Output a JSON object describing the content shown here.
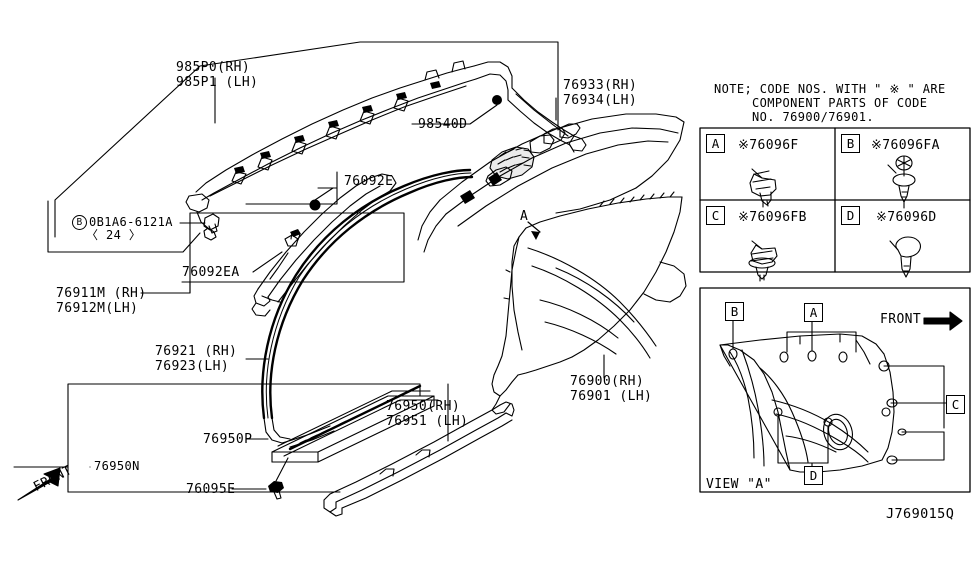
{
  "drawing": {
    "number": "J769015Q",
    "note_lines": [
      "NOTE; CODE NOS. WITH \" ※ \" ARE",
      "COMPONENT PARTS OF CODE",
      "NO. 76900/76901."
    ],
    "view_a_caption": "VIEW \"A\"",
    "view_a_front": "FRONT",
    "main_front": "FRONT",
    "section_arrow": "A"
  },
  "callouts": {
    "curtain_airbag_rh": "985P0(RH)",
    "curtain_airbag_lh": "985P1 (LH)",
    "bolt_code": "0B1A6-6121A",
    "bolt_circle": "B",
    "bolt_qty": "〈 24 〉",
    "harness_clip": "98540D",
    "roof_side_rh": "76933(RH)",
    "roof_side_lh": "76934(LH)",
    "pillar_clip": "76092E",
    "pillar_clip_ea": "76092EA",
    "a_pillar_rh": "76911M (RH)",
    "a_pillar_lh": "76912M(LH)",
    "weatherstrip_rh": "76921 (RH)",
    "weatherstrip_lh": "76923(LH)",
    "quarter_trim_rh": "76900(RH)",
    "quarter_trim_lh": "76901 (LH)",
    "kick_plate_clip": "76950P",
    "sill_clip": "76095E",
    "sill_front_label": "76950N",
    "sill_rh": "76950(RH)",
    "sill_lh": "76951 (LH)"
  },
  "legend": {
    "cells": [
      {
        "letter": "A",
        "code": "※76096F",
        "clip": "mushroom-push-clip"
      },
      {
        "letter": "B",
        "code": "※76096FA",
        "clip": "screw-grommet-clip"
      },
      {
        "letter": "C",
        "code": "※76096FB",
        "clip": "flanged-push-clip"
      },
      {
        "letter": "D",
        "code": "※76096D",
        "clip": "conical-push-clip"
      }
    ]
  },
  "view_a": {
    "markers": [
      "B",
      "A",
      "C",
      "D"
    ]
  },
  "colors": {
    "line": "#000000",
    "background": "#ffffff"
  }
}
